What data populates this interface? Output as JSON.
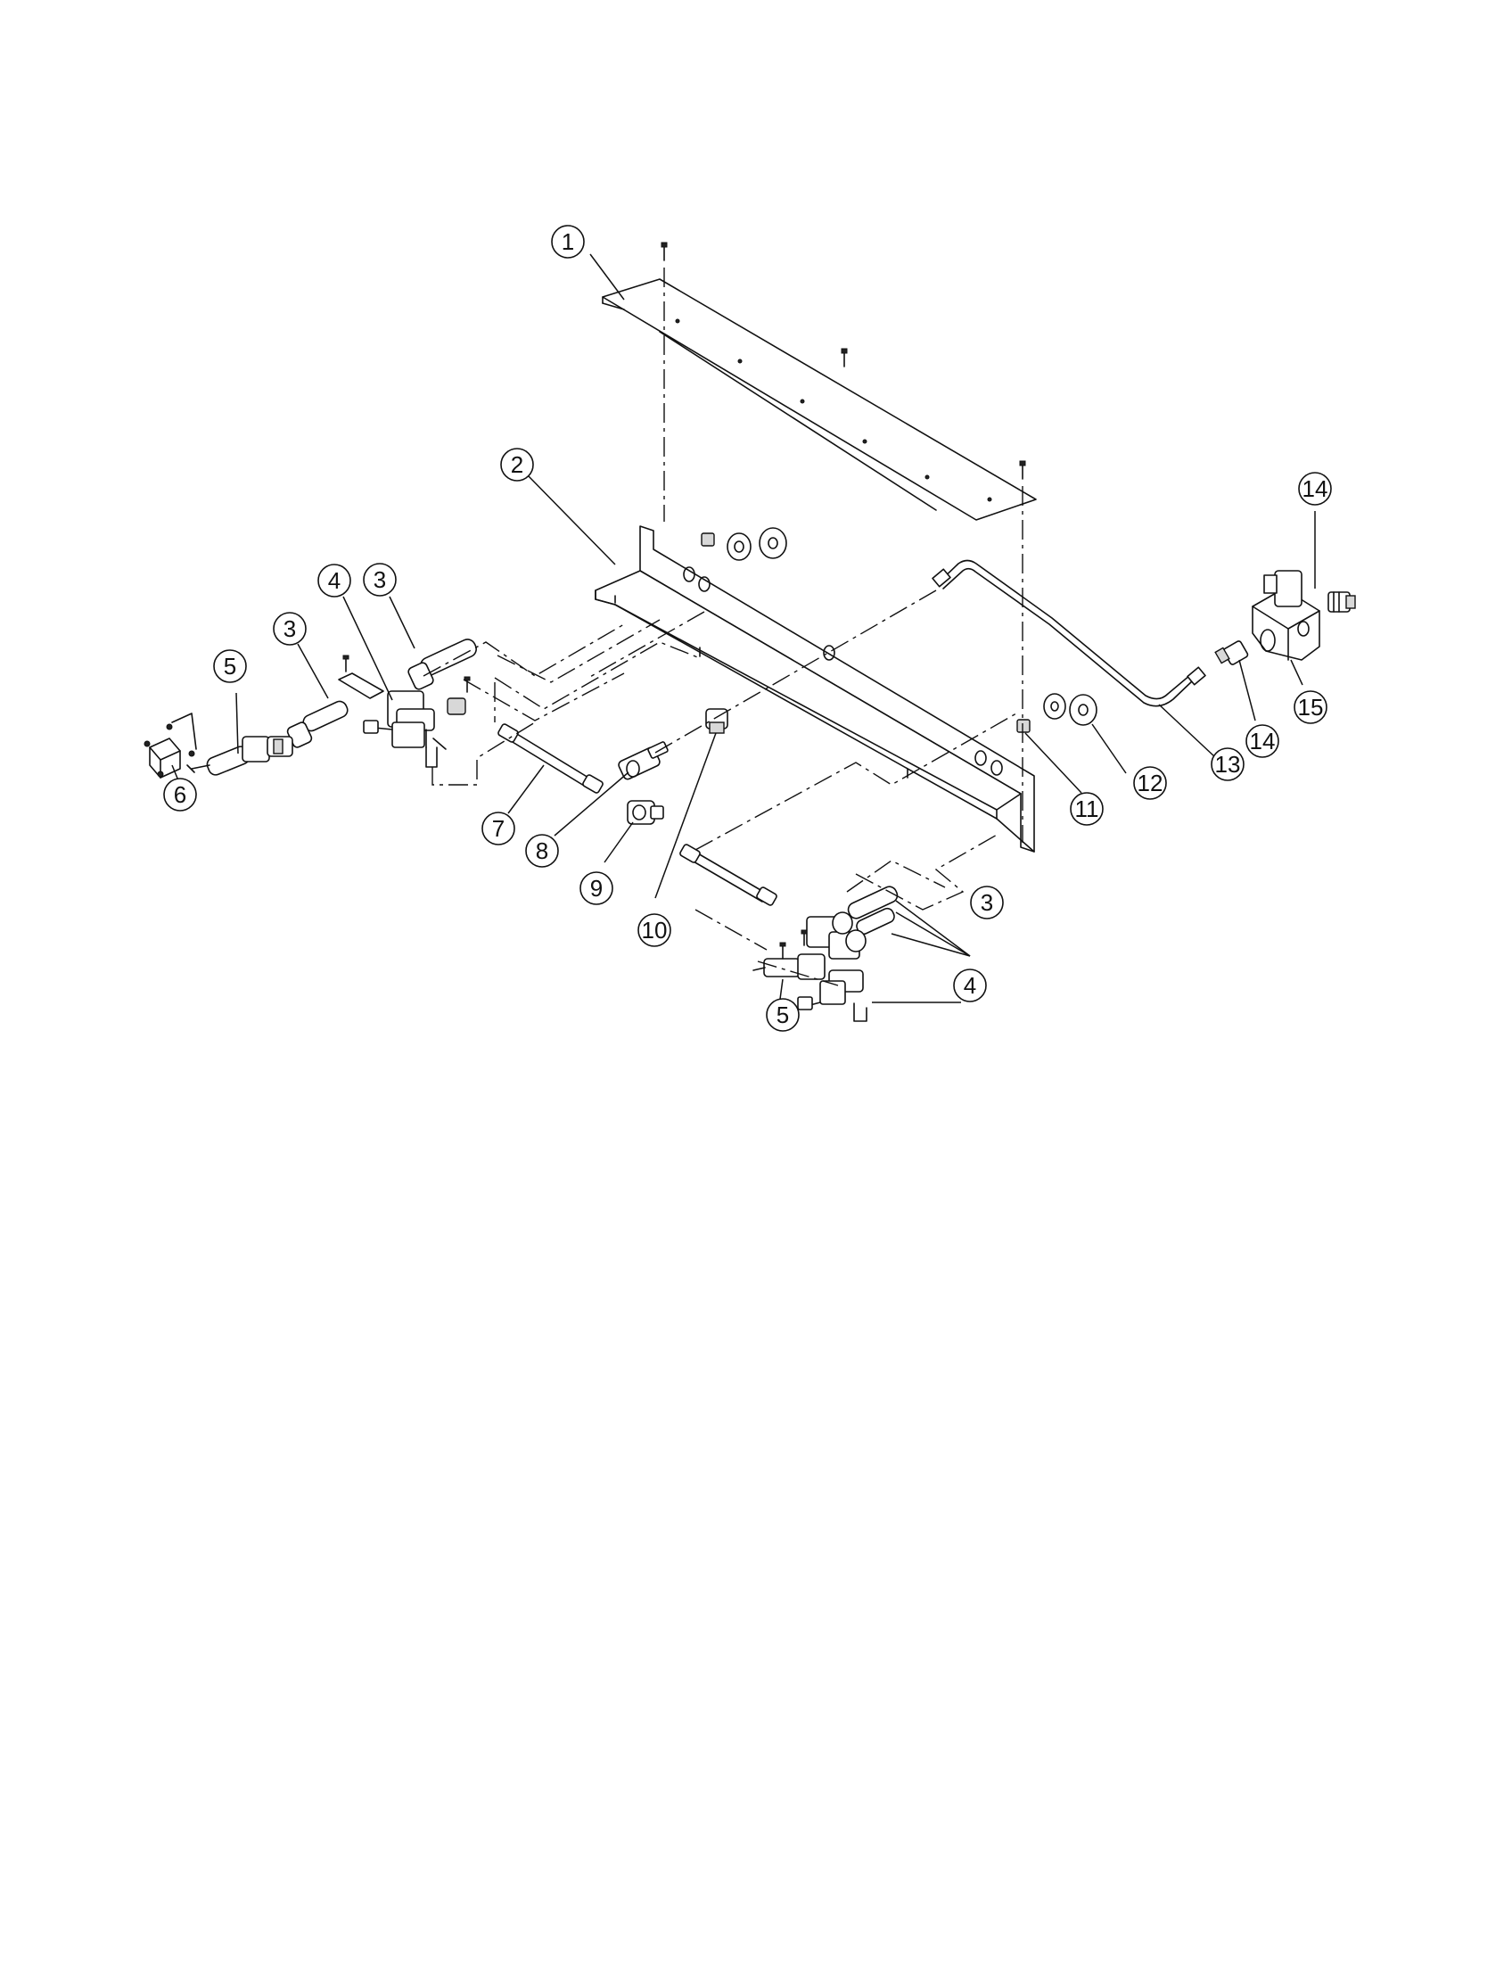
{
  "diagram": {
    "callouts": [
      {
        "id": "c1",
        "label": "1"
      },
      {
        "id": "c2",
        "label": "2"
      },
      {
        "id": "c3a",
        "label": "3"
      },
      {
        "id": "c3b",
        "label": "3"
      },
      {
        "id": "c3c",
        "label": "3"
      },
      {
        "id": "c4a",
        "label": "4"
      },
      {
        "id": "c4b",
        "label": "4"
      },
      {
        "id": "c5a",
        "label": "5"
      },
      {
        "id": "c5b",
        "label": "5"
      },
      {
        "id": "c6",
        "label": "6"
      },
      {
        "id": "c7",
        "label": "7"
      },
      {
        "id": "c8",
        "label": "8"
      },
      {
        "id": "c9",
        "label": "9"
      },
      {
        "id": "c10",
        "label": "10"
      },
      {
        "id": "c11",
        "label": "11"
      },
      {
        "id": "c12",
        "label": "12"
      },
      {
        "id": "c13",
        "label": "13"
      },
      {
        "id": "c14a",
        "label": "14"
      },
      {
        "id": "c14b",
        "label": "14"
      },
      {
        "id": "c15",
        "label": "15"
      }
    ]
  }
}
